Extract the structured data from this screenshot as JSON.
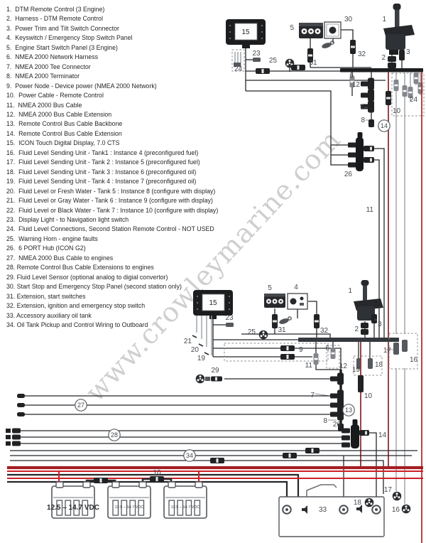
{
  "watermark": "www.crowleymarine.com",
  "battery_voltage": "12.5 – 14.7 VDC",
  "legend": {
    "items": [
      "1.  DTM Remote Control (3 Engine)",
      "2.  Harness - DTM Remote Control",
      "3.  Power Trim and Tilt Switch Connector",
      "4.  Keyswitch / Emergency Stop Switch Panel",
      "5.  Engine Start Switch Panel (3 Engine)",
      "6.  NMEA 2000 Network Harness",
      "7.  NMEA 2000 Tee Connector",
      "8.  NMEA 2000 Terminator",
      "9.  Power Node - Device power (NMEA 2000 Network)",
      "10.  Power Cable - Remote Control",
      "11.  NMEA 2000 Bus Cable",
      "12.  NMEA 2000 Bus Cable Extension",
      "13.  Remote Control Bus Cable Backbone",
      "14.  Remote Control Bus Cable Extension",
      "15.  ICON Touch Digital Display, 7.0 CTS",
      "16.  Fluid Level Sending Unit - Tank1 : Instance 4 (preconfigured fuel)",
      "17.  Fluid Level Sending Unit - Tank 2 : Instance 5 (preconfigured fuel)",
      "18.  Fluid Level Sending Unit - Tank 3 : Instance 6 (preconfigured oil)",
      "19.  Fluid Level Sending Unit - Tank 4 : Instance 7 (preconfigured oil)",
      "20.  Fluid Level or Fresh Water - Tank 5 : Instance 8 (configure with display)",
      "21.  Fluid Level or Gray Water - Tank 6 : Instance 9 (configure with display)",
      "22.  Fluid Level or Black Water - Tank 7 : Instance 10 (configure with display)",
      "23.  Display Light - to Navigation light switch",
      "24.  Fluid Level Connections, Second Station Remote Control - NOT USED",
      "25.  Warning Horn - engine faults",
      "26.  6 PORT Hub (ICON G2)",
      "27.  NMEA 2000 Bus Cable to engines",
      "28. Remote Control Bus Cable Extensions to engines",
      "29. Fluid Level Sensor (optional analog to digial convertor)",
      "30. Start Stop and Emergency Stop Panel (second station only)",
      "31. Extension, start switches",
      "32. Extension, ignition and emergency stop switch",
      "33. Accessory auxiliary oil tank",
      "34. Oil Tank Pickup and Control Wiring to Outboard"
    ]
  },
  "diagram": {
    "labels": {
      "1": "1",
      "2": "2",
      "3": "3",
      "4": "4",
      "5": "5",
      "6": "6",
      "7": "7",
      "8": "8",
      "9": "9",
      "10": "10",
      "11": "11",
      "12": "12",
      "13": "13",
      "14": "14",
      "15": "15",
      "16": "16",
      "17": "17",
      "18": "18",
      "19": "19",
      "20": "20",
      "21": "21",
      "23": "23",
      "24": "24",
      "25": "25",
      "26": "26",
      "27": "27",
      "28": "28",
      "29": "29",
      "30": "30",
      "31": "31",
      "32": "32",
      "33": "33",
      "34": "34"
    }
  }
}
